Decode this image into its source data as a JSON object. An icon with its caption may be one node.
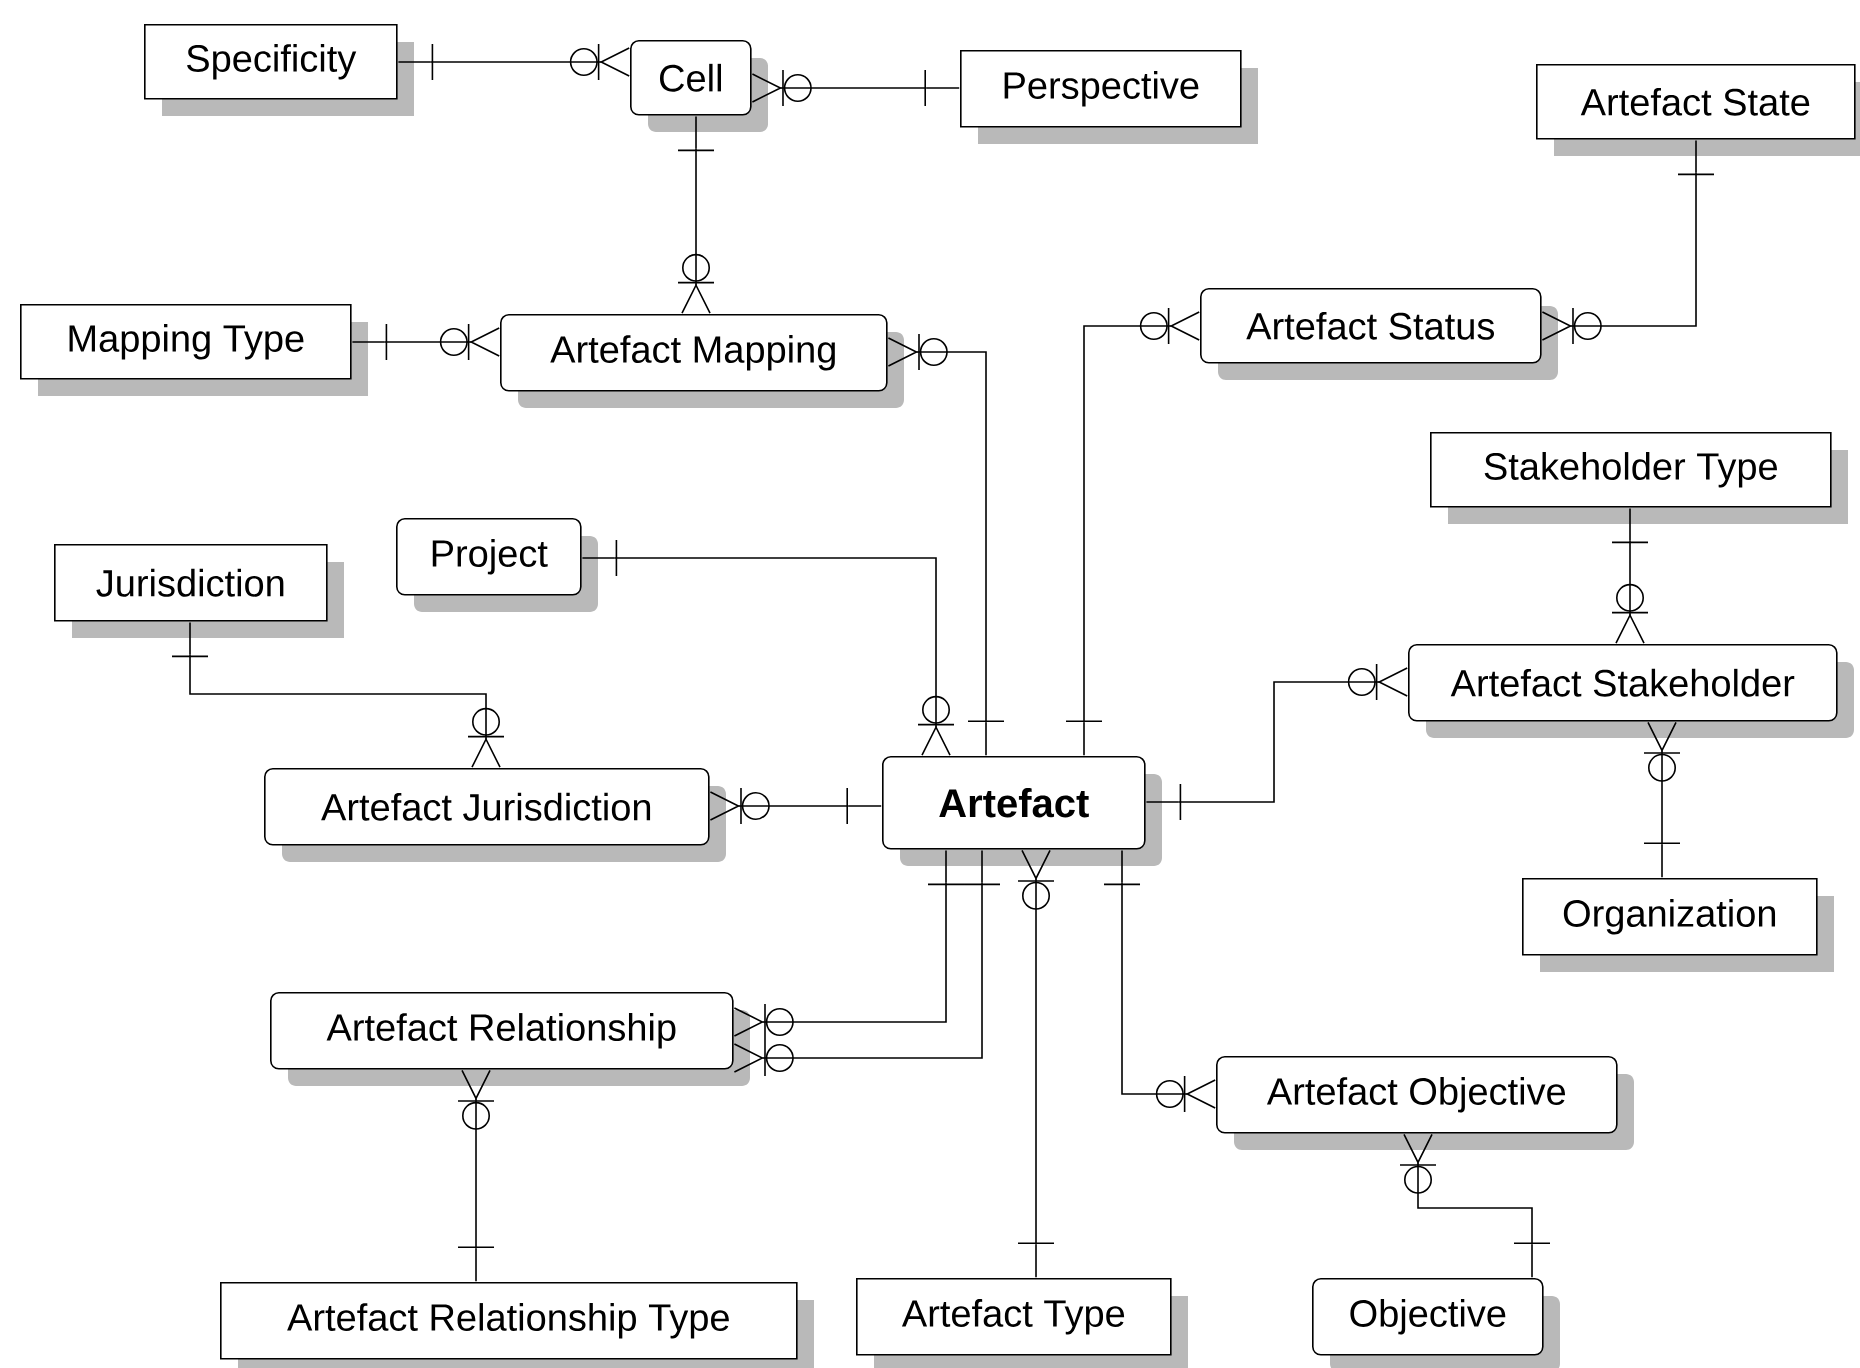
{
  "diagram": {
    "nodes": [
      {
        "text": [
          "Specificity"
        ]
      },
      {
        "text": [
          "Cell"
        ]
      },
      {
        "text": [
          "Perspective"
        ]
      },
      {
        "text": [
          "Artefact State"
        ]
      },
      {
        "text": [
          "Mapping Type"
        ]
      },
      {
        "text": [
          "Artefact Mapping"
        ]
      },
      {
        "text": [
          "Artefact Status"
        ]
      },
      {
        "text": [
          "Stakeholder Type"
        ]
      },
      {
        "text": [
          "Project"
        ]
      },
      {
        "text": [
          "Jurisdiction"
        ]
      },
      {
        "text": [
          "Artefact Stakeholder"
        ]
      },
      {
        "text": [
          "Artefact Jurisdiction"
        ]
      },
      {
        "text": [
          "Artefact"
        ]
      },
      {
        "text": [
          "Organization"
        ]
      },
      {
        "text": [
          "Artefact Relationship"
        ]
      },
      {
        "text": [
          "Artefact Objective"
        ]
      },
      {
        "text": [
          "Artefact Relationship Type"
        ]
      },
      {
        "text": [
          "Artefact Type"
        ]
      },
      {
        "text": [
          "Objective"
        ]
      }
    ],
    "edges": [
      {
        "from": 0,
        "to": 1,
        "arrow": "other"
      },
      {
        "from": 2,
        "to": 1,
        "arrow": "other"
      },
      {
        "from": 1,
        "to": 5,
        "arrow": "other"
      },
      {
        "from": 4,
        "to": 5,
        "arrow": "other"
      },
      {
        "from": 12,
        "to": 5,
        "arrow": "other"
      },
      {
        "from": 3,
        "to": 6,
        "arrow": "other"
      },
      {
        "from": 12,
        "to": 6,
        "arrow": "other"
      },
      {
        "from": 8,
        "to": 12,
        "arrow": "other"
      },
      {
        "from": 9,
        "to": 11,
        "arrow": "other"
      },
      {
        "from": 12,
        "to": 11,
        "arrow": "other"
      },
      {
        "from": 7,
        "to": 10,
        "arrow": "other"
      },
      {
        "from": 12,
        "to": 10,
        "arrow": "other"
      },
      {
        "from": 13,
        "to": 10,
        "arrow": "other"
      },
      {
        "from": 12,
        "to": 14,
        "arrow": "other"
      },
      {
        "from": 12,
        "to": 14,
        "arrow": "other"
      },
      {
        "from": 17,
        "to": 12,
        "arrow": "other"
      },
      {
        "from": 16,
        "to": 14,
        "arrow": "other"
      },
      {
        "from": 12,
        "to": 15,
        "arrow": "other"
      },
      {
        "from": 18,
        "to": 15,
        "arrow": "other"
      }
    ]
  }
}
